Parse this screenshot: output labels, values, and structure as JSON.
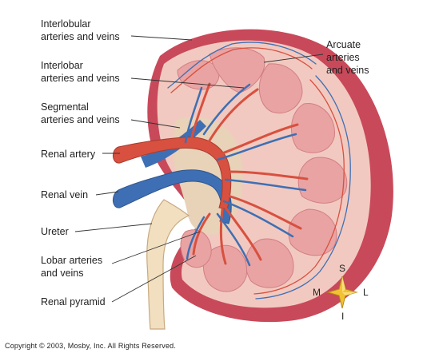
{
  "labels": {
    "interlobular": [
      "Interlobular",
      "arteries and veins"
    ],
    "interlobar": [
      "Interlobar",
      "arteries and veins"
    ],
    "segmental": [
      "Segmental",
      "arteries and veins"
    ],
    "renal_artery": "Renal artery",
    "renal_vein": "Renal vein",
    "ureter": "Ureter",
    "lobar": [
      "Lobar arteries",
      "and veins"
    ],
    "renal_pyramid": "Renal pyramid",
    "arcuate": [
      "Arcuate",
      "arteries",
      "and veins"
    ]
  },
  "compass": {
    "superior": "S",
    "medial": "M",
    "lateral": "L",
    "inferior": "I"
  },
  "copyright": "Copyright © 2003, Mosby, Inc. All Rights Reserved.",
  "colors": {
    "capsule": "#c8495a",
    "cortex": "#f2c9c0",
    "pyramid": "#e9a3a3",
    "artery": "#d8503f",
    "vein": "#3e6fb4",
    "ureter": "#f1dfbf",
    "compass_star": "#f2c233"
  }
}
